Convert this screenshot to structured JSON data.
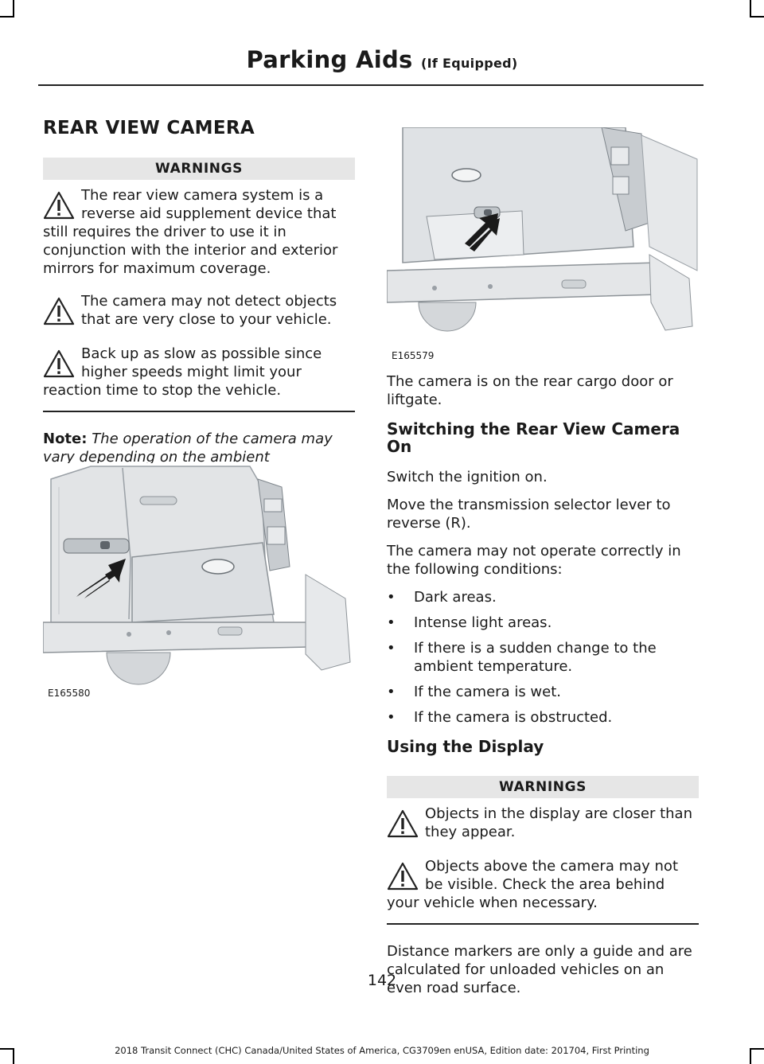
{
  "header": {
    "title": "Parking Aids",
    "subtitle": "(If Equipped)"
  },
  "left": {
    "section_title": "REAR VIEW CAMERA",
    "warnings_head": "WARNINGS",
    "warnings": [
      "The rear view camera system is a reverse aid supplement device that still requires the driver to use it in conjunction with the interior and exterior mirrors for maximum coverage.",
      "The camera may not detect objects that are very close to your vehicle.",
      "Back up as slow as possible since higher speeds might limit your reaction time to stop the vehicle."
    ],
    "note_label": "Note:",
    "note_text": "The operation of the camera may vary depending on the ambient temperature, vehicle and road conditions.",
    "figure_code": "E165580"
  },
  "right": {
    "figure_code": "E165579",
    "camera_location": "The camera is on the rear cargo door or liftgate.",
    "switch_title": "Switching the Rear View Camera On",
    "switch_p1": "Switch the ignition on.",
    "switch_p2": "Move the transmission selector lever to reverse (R).",
    "switch_p3": "The camera may not operate correctly in the following conditions:",
    "bullet_char": "•",
    "conditions": [
      "Dark areas.",
      "Intense light areas.",
      "If there is a sudden change to the ambient temperature.",
      "If the camera is wet.",
      "If the camera is obstructed."
    ],
    "display_title": "Using the Display",
    "warnings_head": "WARNINGS",
    "warnings": [
      "Objects in the display are closer than they appear.",
      "Objects above the camera may not be visible. Check the area behind your vehicle when necessary."
    ],
    "distance_text": "Distance markers are only a guide and are calculated for unloaded vehicles on an even road surface."
  },
  "footer": {
    "page_number": "142",
    "edition": "2018 Transit Connect (CHC) Canada/United States of America, CG3709en enUSA, Edition date: 201704, First Printing"
  }
}
